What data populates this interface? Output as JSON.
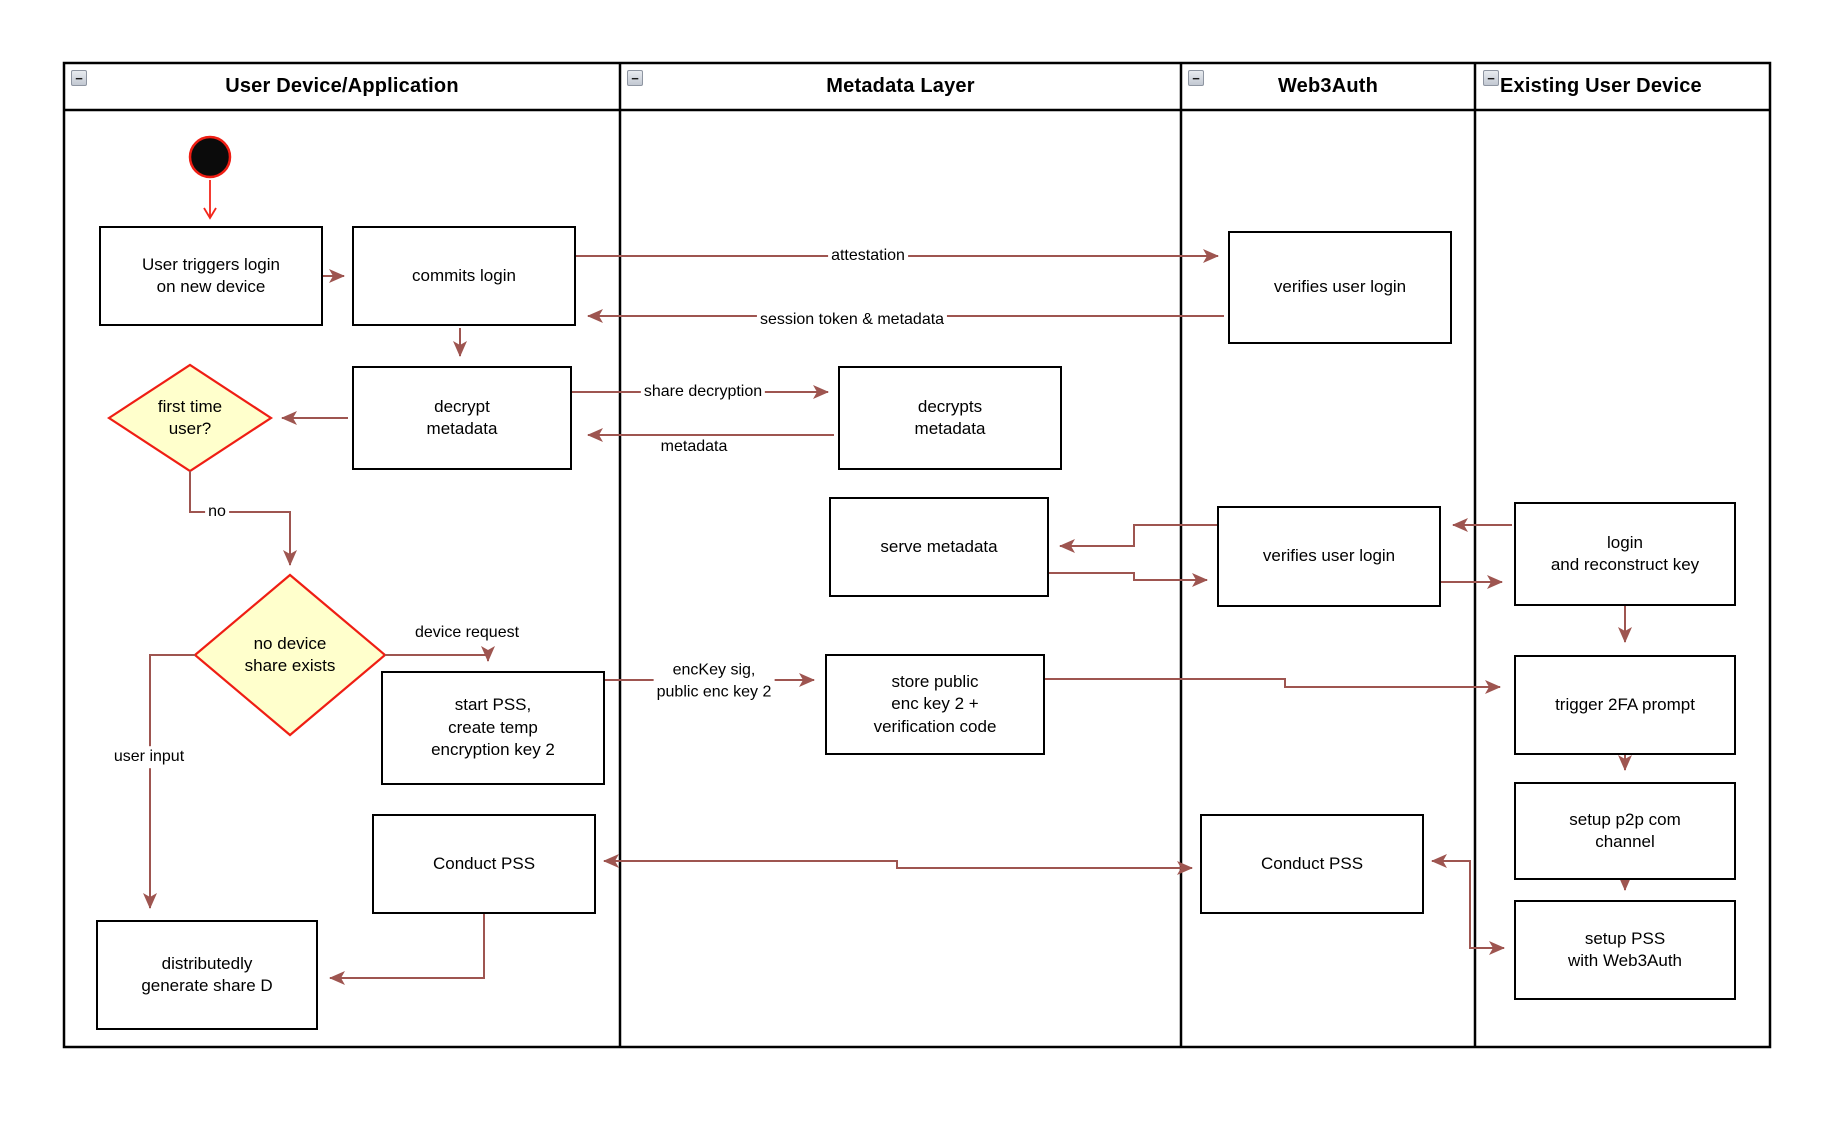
{
  "diagram": {
    "type": "swimlane-activity-diagram",
    "lanes": [
      {
        "title": "User Device/Application"
      },
      {
        "title": "Metadata Layer"
      },
      {
        "title": "Web3Auth"
      },
      {
        "title": "Existing User Device"
      }
    ],
    "collapse_glyph": "−",
    "nodes": {
      "start": "initial-state",
      "user_triggers": "User triggers login\non new device",
      "commits_login": "commits login",
      "decrypt_metadata": "decrypt\nmetadata",
      "first_time_user": "first time\nuser?",
      "no_device_share": "no device\nshare exists",
      "start_pss": "start PSS,\ncreate temp\nencryption key 2",
      "conduct_pss_left": "Conduct PSS",
      "dist_gen_share": "distributedly\ngenerate share D",
      "decrypts_metadata": "decrypts\nmetadata",
      "serve_metadata": "serve metadata",
      "store_public": "store public\nenc key 2 +\nverification code",
      "verifies_login_top": "verifies user login",
      "verifies_login_mid": "verifies user login",
      "conduct_pss_right": "Conduct PSS",
      "login_reconstruct": "login\nand reconstruct key",
      "trigger_2fa": "trigger 2FA prompt",
      "setup_p2p": "setup p2p com\nchannel",
      "setup_pss": "setup PSS\nwith Web3Auth"
    },
    "edge_labels": {
      "attestation": "attestation",
      "session_token": "session token & metadata",
      "share_decryption": "share decryption",
      "metadata": "metadata",
      "no": "no",
      "device_request": "device request",
      "user_input": "user input",
      "enc_key": "encKey sig,\npublic enc key 2"
    },
    "colors": {
      "lane_border": "#000000",
      "node_border": "#000000",
      "node_fill": "#ffffff",
      "arrow": "#9e5550",
      "accent_red": "#f3251a",
      "diamond_fill": "#ffffcc",
      "diamond_stroke": "#ef1e14",
      "start_node_fill": "#0b0b0b"
    }
  }
}
